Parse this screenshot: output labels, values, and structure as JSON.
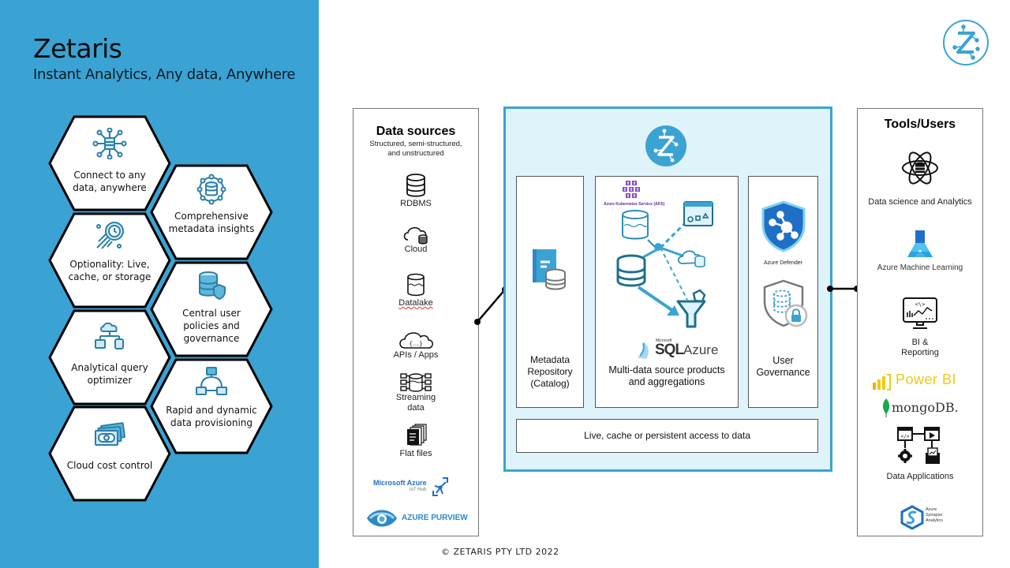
{
  "brand": {
    "title": "Zetaris",
    "subtitle": "Instant Analytics, Any data, Anywhere"
  },
  "features": [
    {
      "label": "Connect to any data, anywhere",
      "icon": "network-hub-icon"
    },
    {
      "label": "Comprehensive metadata insights",
      "icon": "database-network-icon"
    },
    {
      "label": "Optionality: Live, cache, or storage",
      "icon": "fast-clock-icon"
    },
    {
      "label": "Central user policies and governance",
      "icon": "database-shield-icon"
    },
    {
      "label": "Analytical query optimizer",
      "icon": "cloud-hierarchy-icon"
    },
    {
      "label": "Rapid and dynamic data provisioning",
      "icon": "monitor-network-icon"
    },
    {
      "label": "Cloud cost control",
      "icon": "money-stack-icon"
    }
  ],
  "data_sources": {
    "title": "Data sources",
    "subtitle": "Structured, semi-structured, and unstructured",
    "items": [
      {
        "label": "RDBMS",
        "icon": "database-icon"
      },
      {
        "label": "Cloud",
        "icon": "cloud-database-icon"
      },
      {
        "label": "Datalake",
        "icon": "datalake-icon"
      },
      {
        "label": "APIs / Apps",
        "icon": "cloud-api-icon"
      },
      {
        "label": "Streaming data",
        "icon": "streaming-icon"
      },
      {
        "label": "Flat files",
        "icon": "flat-files-icon"
      }
    ],
    "logos": {
      "iot_hub_brand": "Microsoft Azure",
      "iot_hub_sub": "IoT Hub",
      "purview": "AZURE PURVIEW"
    }
  },
  "platform": {
    "metadata_label": "Metadata Repository (Catalog)",
    "aks_label": "Azure Kubernetes Service (AKS)",
    "sql_azure_small": "Microsoft",
    "sql_azure_big": "SQL",
    "sql_azure_word": "Azure",
    "multi_label": "Multi-data source products and aggregations",
    "defender_label": "Azure Defender",
    "governance_label": "User Governance",
    "access_label": "Live, cache or persistent access to data"
  },
  "tools_users": {
    "title": "Tools/Users",
    "items": [
      {
        "label": "Data science and Analytics",
        "icon": "atom-database-icon"
      },
      {
        "label": "Azure Machine Learning",
        "icon": "azure-ml-icon"
      },
      {
        "label": "BI & Reporting",
        "icon": "monitor-chart-icon"
      },
      {
        "label": "Data Applications",
        "icon": "data-applications-icon"
      }
    ],
    "powerbi": "Power BI",
    "mongodb": "mongoDB.",
    "synapse_lines": [
      "Azure",
      "Synapse",
      "Analytics"
    ]
  },
  "colors": {
    "brand_blue": "#3aa3d4",
    "panel_light": "#dff3fb",
    "icon_teal": "#2a8fb6",
    "azure_blue": "#1f6fc6",
    "powerbi_yellow": "#f2c811",
    "mongodb_green": "#13aa52",
    "aks_purple": "#7b3fa6"
  },
  "footer": {
    "copyright": "© ZETARIS PTY LTD 2022"
  }
}
